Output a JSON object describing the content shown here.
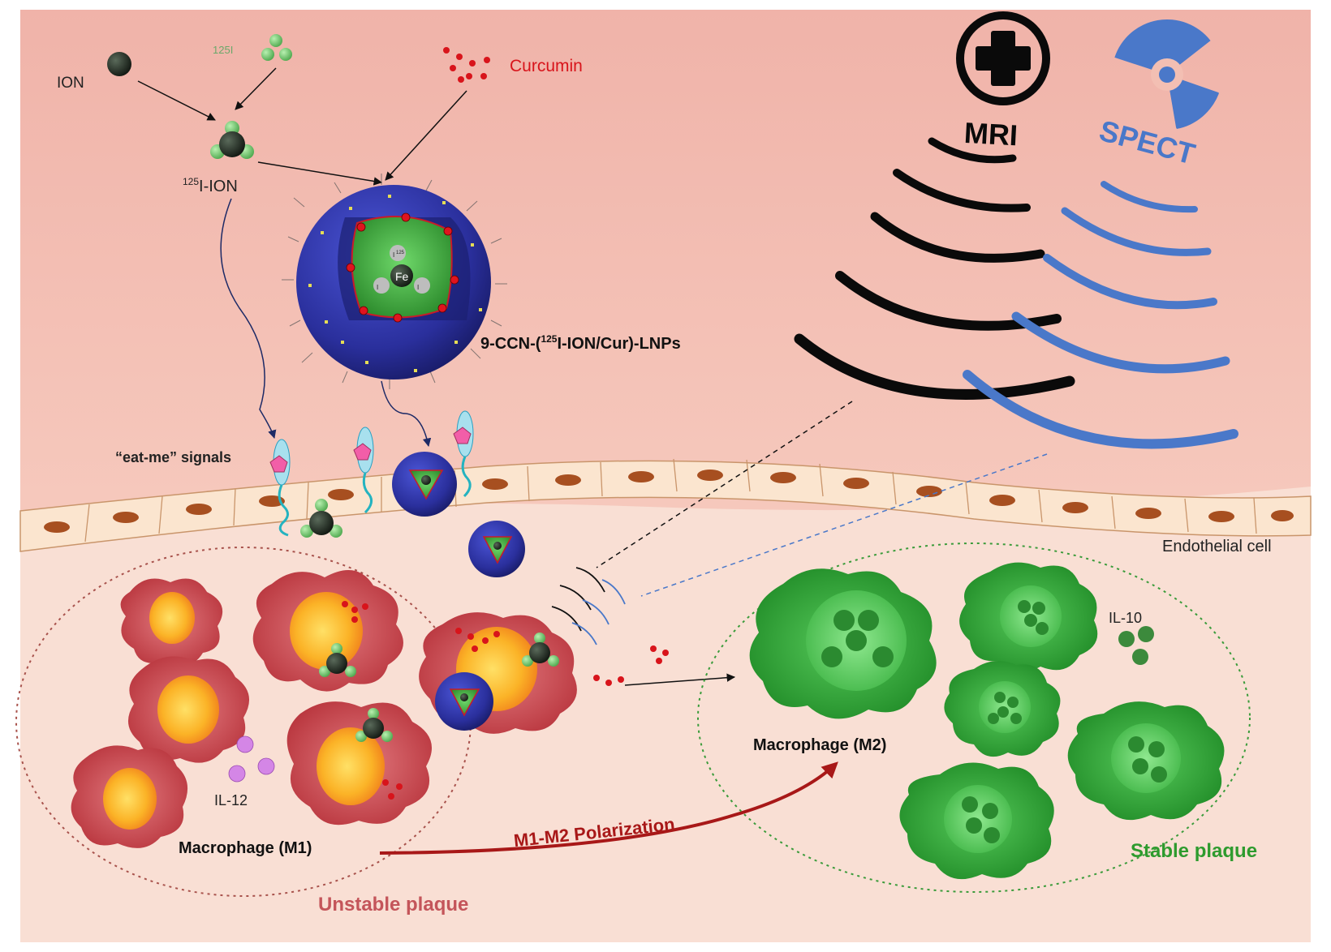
{
  "labels": {
    "ion": "ION",
    "i125_left": "125",
    "i125_right": "I",
    "curcumin": "Curcumin",
    "i125_ion_sup": "125",
    "i125_ion_rest": "I-ION",
    "lnp_pre": "9-CCN-(",
    "lnp_sup": "125",
    "lnp_post": "I-ION/Cur)-LNPs",
    "eat_me": "“eat-me” signals",
    "endothelial": "Endothelial cell",
    "mri": "MRI",
    "spect": "SPECT",
    "il12": "IL-12",
    "il10": "IL-10",
    "m1": "Macrophage (M1)",
    "m2": "Macrophage (M2)",
    "polarization": "M1-M2 Polarization",
    "unstable": "Unstable plaque",
    "stable": "Stable plaque",
    "core_fe": "Fe",
    "core_i": "I",
    "core_i_sup": "125"
  },
  "colors": {
    "lumen_top": "#f4b9b0",
    "tissue": "#f9ddd2",
    "curcumin_red": "#d8141b",
    "mri_black": "#0a0a0a",
    "spect_blue": "#4a78c9",
    "lnp_blue": "#2a2f9c",
    "core_green": "#3fae3f",
    "m1_red": "#c8444c",
    "m1_nucleus": "#f9a21c",
    "m2_green": "#33a33a",
    "polar_arrow": "#a81818",
    "unstable_text": "#c4555a",
    "stable_text": "#2e9b2e",
    "il12_purple": "#d486e6",
    "il10_green": "#3c8a3c"
  },
  "icons": {
    "mri": "plus-circle-icon",
    "spect": "radiation-icon"
  }
}
